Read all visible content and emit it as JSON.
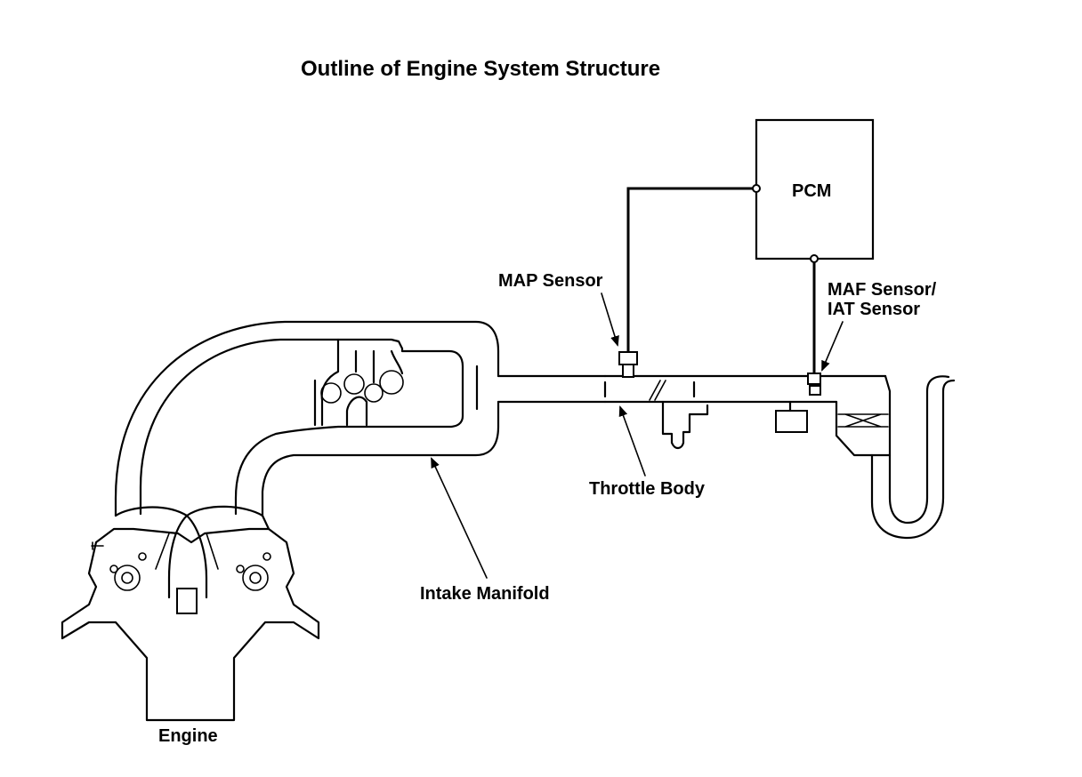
{
  "title": "Outline of Engine System Structure",
  "labels": {
    "pcm": "PCM",
    "map_sensor": "MAP Sensor",
    "maf_sensor_line1": "MAF Sensor/",
    "maf_sensor_line2": "IAT Sensor",
    "throttle_body": "Throttle Body",
    "intake_manifold": "Intake Manifold",
    "engine": "Engine"
  }
}
